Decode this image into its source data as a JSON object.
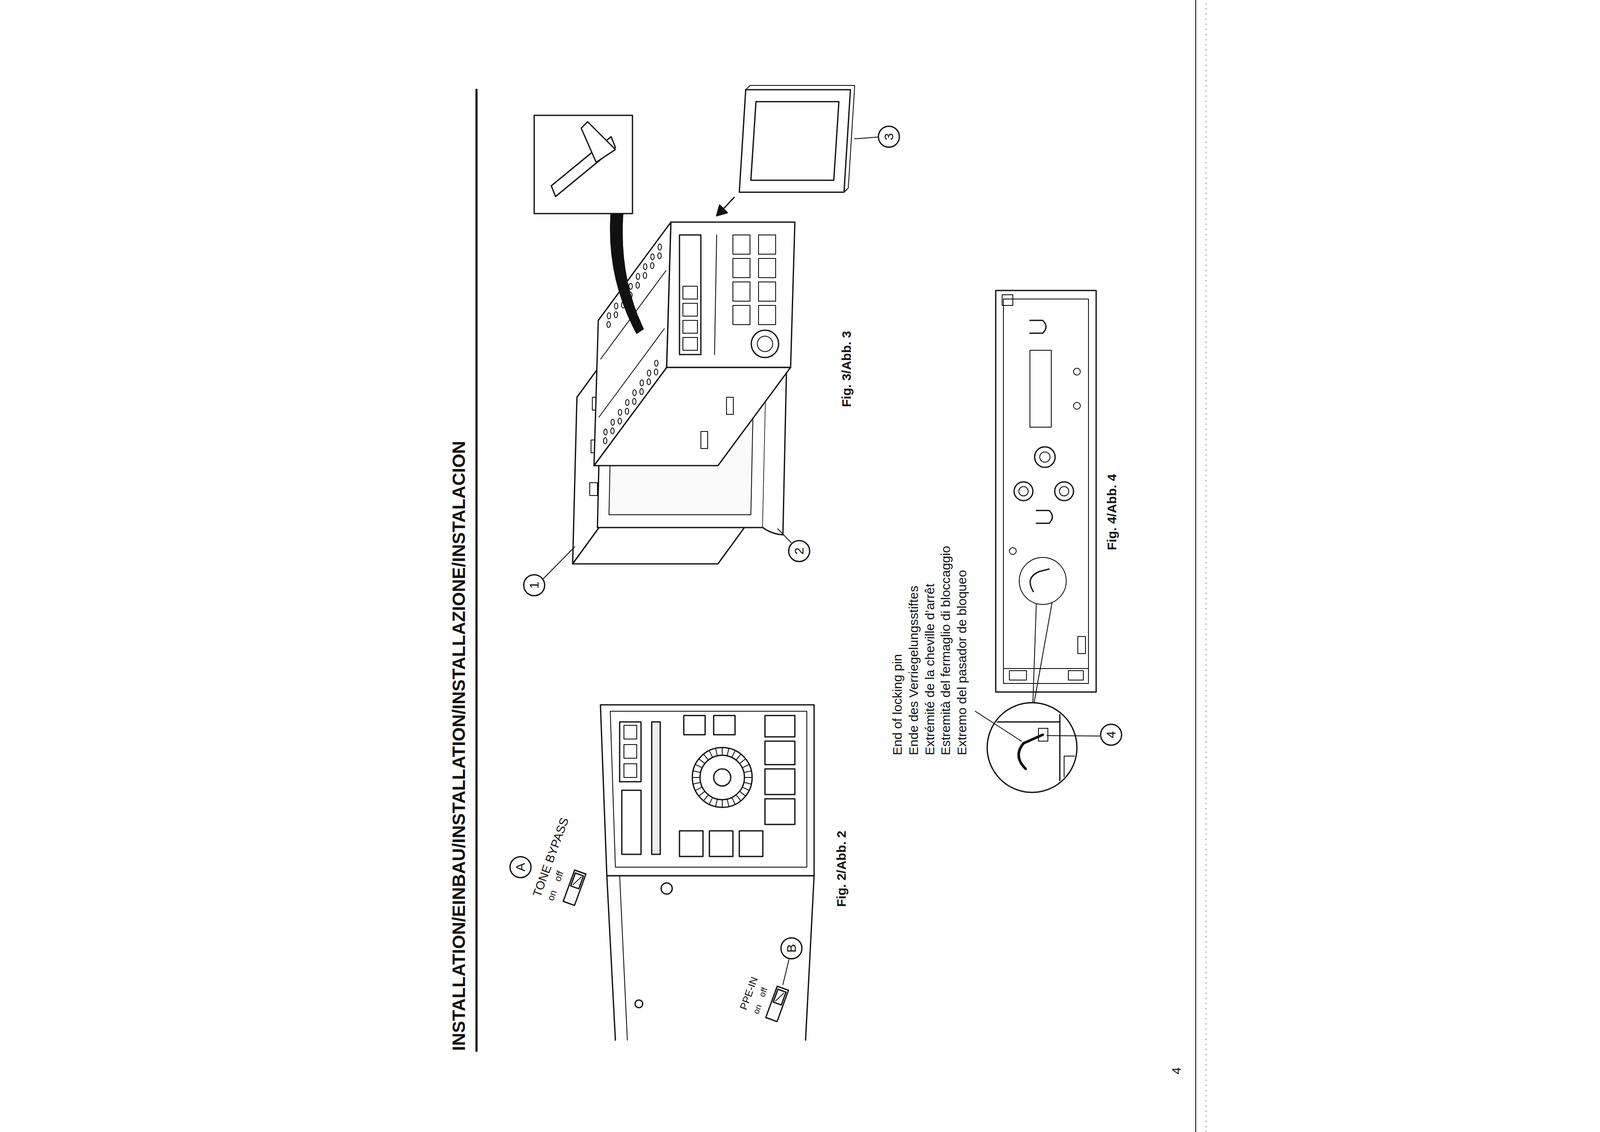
{
  "diagram": {
    "title": "INSTALLATION/EINBAU/INSTALLATION/INSTALLAZIONE/INSTALACION",
    "labels": [
      "A",
      "TONE BYPASS",
      "on",
      "off",
      "PPE-IN",
      "on",
      "off",
      "B",
      "Fig. 2/Abb. 2",
      "1",
      "2",
      "3",
      "Fig. 3/Abb. 3",
      "End of locking pin",
      "Ende des Verriegelungsstiftes",
      "Extrémité de la cheville d’arrêt",
      "Estremità del fermaglio di bloccaggio",
      "Extremo del pasador de bloqueo",
      "4",
      "Fig. 4/Abb. 4",
      "4"
    ]
  }
}
